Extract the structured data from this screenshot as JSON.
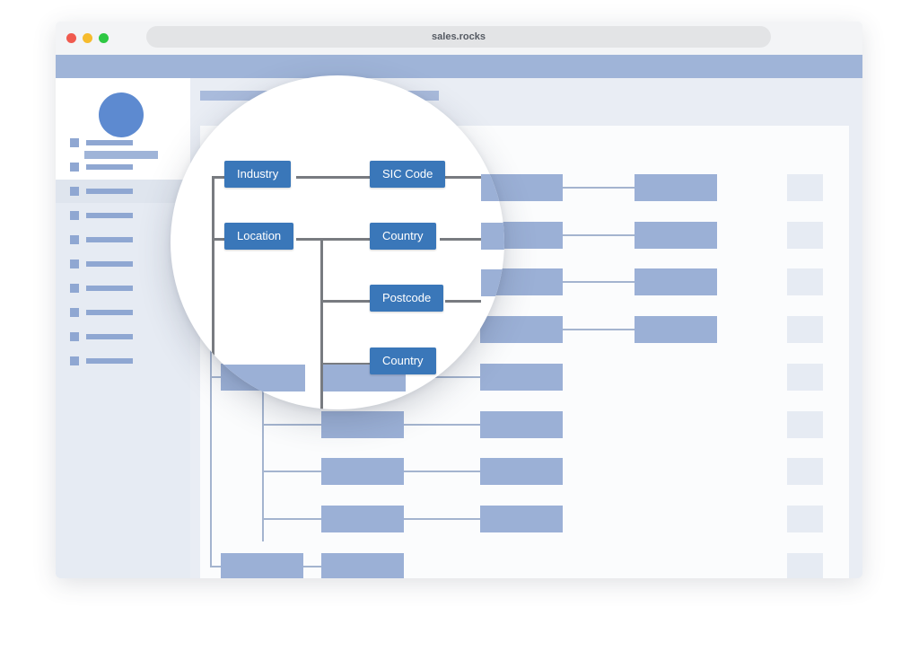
{
  "browser": {
    "url": "sales.rocks",
    "traffic_lights": [
      "#f05a4f",
      "#f6bb2d",
      "#2ec843"
    ]
  },
  "sidebar": {
    "item_count": 10,
    "active_index": 2
  },
  "tree": {
    "nodes": {
      "industry": "Industry",
      "sic_code": "SIC Code",
      "location": "Location",
      "country_1": "Country",
      "postcode": "Postcode",
      "country_2": "Country"
    },
    "node_color": "#3a77b9"
  },
  "colors": {
    "accent_blue": "#9fb4d8",
    "avatar": "#5d8ad0"
  }
}
